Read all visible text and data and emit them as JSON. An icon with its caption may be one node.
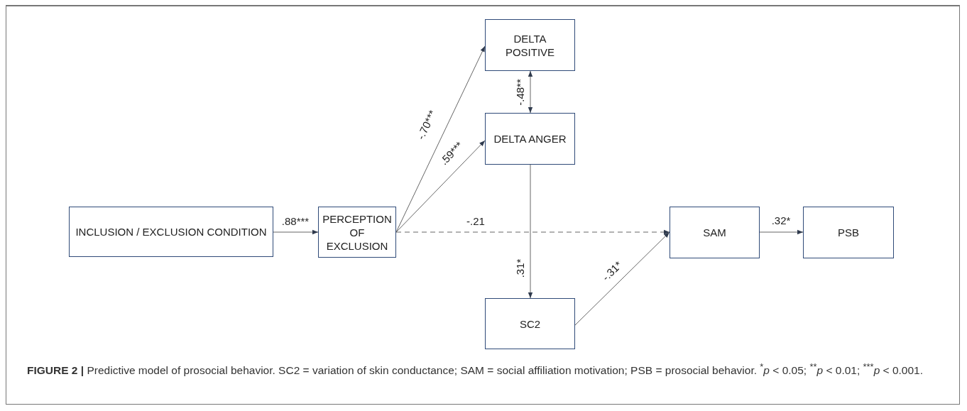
{
  "diagram": {
    "caption": "**FIGURE 2 |** Predictive model of prosocial behavior. SC2 = variation of skin conductance; SAM = social affiliation motivation; PSB = prosocial behavior. $^{*}$*p* < 0.05; $^{**}$*p* < 0.01; $^{***}$*p* < 0.001.",
    "nodes": [
      {
        "text": [
          "INCLUSION / EXCLUSION CONDITION"
        ]
      },
      {
        "text": [
          "PERCEPTION OF EXCLUSION"
        ]
      },
      {
        "text": [
          "DELTA POSITIVE"
        ]
      },
      {
        "text": [
          "DELTA ANGER"
        ]
      },
      {
        "text": [
          "SC2"
        ]
      },
      {
        "text": [
          "SAM"
        ]
      },
      {
        "text": [
          "PSB"
        ]
      }
    ],
    "edges": [
      {
        "from": 0,
        "to": 1,
        "arrow": "to",
        "label": ".88***"
      },
      {
        "from": 1,
        "to": 2,
        "arrow": "to",
        "label": "-.70***"
      },
      {
        "from": 1,
        "to": 3,
        "arrow": "to",
        "label": ".59***"
      },
      {
        "from": 2,
        "to": 3,
        "arrow": "both",
        "label": "-.48**"
      },
      {
        "from": 1,
        "to": 5,
        "arrow": "to",
        "label": "-.21",
        "style": "dashed"
      },
      {
        "from": 3,
        "to": 4,
        "arrow": "to",
        "label": ".31*"
      },
      {
        "from": 4,
        "to": 5,
        "arrow": "to",
        "label": "-.31*"
      },
      {
        "from": 5,
        "to": 6,
        "arrow": "to",
        "label": ".32*"
      }
    ]
  }
}
